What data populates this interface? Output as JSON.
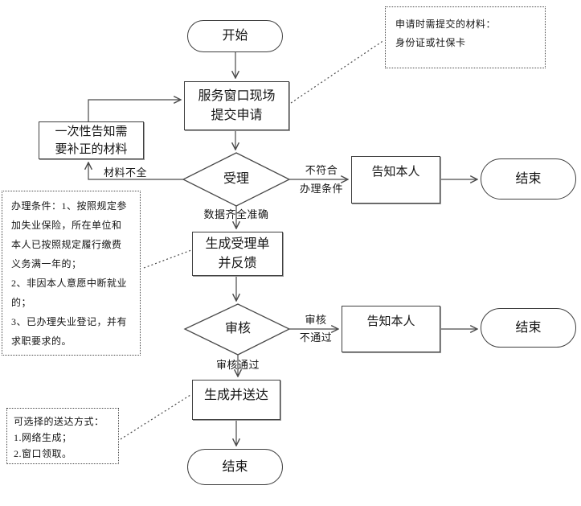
{
  "canvas": {
    "background": "#ffffff",
    "line_color": "#4a4a4a",
    "border_color": "#3f3f3f"
  },
  "nodes": {
    "start": {
      "type": "terminator",
      "label": "开始"
    },
    "submit": {
      "type": "process",
      "label": "服务窗口现场\n提交申请"
    },
    "notice_correct": {
      "type": "process",
      "label": "一次性告知需\n要补正的材料"
    },
    "accept": {
      "type": "decision",
      "label": "受理"
    },
    "notify_person_1": {
      "type": "process",
      "label": "告知本人"
    },
    "end_1": {
      "type": "terminator",
      "label": "结束"
    },
    "generate_form": {
      "type": "process",
      "label": "生成受理单\n并反馈"
    },
    "review": {
      "type": "decision",
      "label": "审核"
    },
    "notify_person_2": {
      "type": "process",
      "label": "告知本人"
    },
    "end_2": {
      "type": "terminator",
      "label": "结束"
    },
    "generate_deliver": {
      "type": "process",
      "label": "生成并送达"
    },
    "end_3": {
      "type": "terminator",
      "label": "结束"
    }
  },
  "edge_labels": {
    "materials_incomplete": "材料不全",
    "not_meet_conditions": "不符合\n办理条件",
    "data_complete": "数据齐全准确",
    "review_fail": "审核\n不通过",
    "review_pass": "审核通过"
  },
  "annotations": {
    "required_materials": {
      "lines": [
        "申请时需提交的材料：",
        "身份证或社保卡"
      ]
    },
    "conditions": {
      "lines": [
        "办理条件：1、按照规定参加失业保险，所在单位和本人已按照规定履行缴费义务满一年的；",
        "2、非因本人意愿中断就业的；",
        "3、已办理失业登记，并有求职要求的。"
      ]
    },
    "delivery_options": {
      "lines": [
        "可选择的送达方式：",
        "1.网络生成；",
        "2.窗口领取。"
      ]
    }
  }
}
